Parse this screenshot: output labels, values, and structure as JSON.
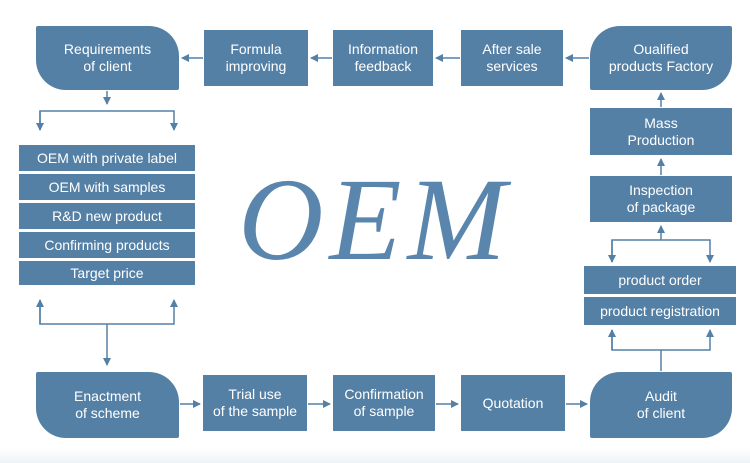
{
  "center_label": "OEM",
  "top_row": {
    "requirements": "Requirements\nof client",
    "formula": "Formula\nimproving",
    "information": "Information\nfeedback",
    "after_sale": "After sale\nservices",
    "qualified": "Oualified\nproducts Factory"
  },
  "left_list": [
    "OEM with private label",
    "OEM with samples",
    "R&D new product",
    "Confirming products",
    "Target price"
  ],
  "right_column": {
    "mass": "Mass\nProduction",
    "inspection": "Inspection\nof package",
    "order": "product order",
    "registration": "product registration"
  },
  "bottom_row": {
    "enactment": "Enactment\nof scheme",
    "trial": "Trial use\nof the sample",
    "confirmation": "Confirmation\nof sample",
    "quotation": "Quotation",
    "audit": "Audit\nof client"
  },
  "colors": {
    "box_fill": "#5580a6",
    "arrow": "#5580a6",
    "title": "#5a86ad"
  }
}
